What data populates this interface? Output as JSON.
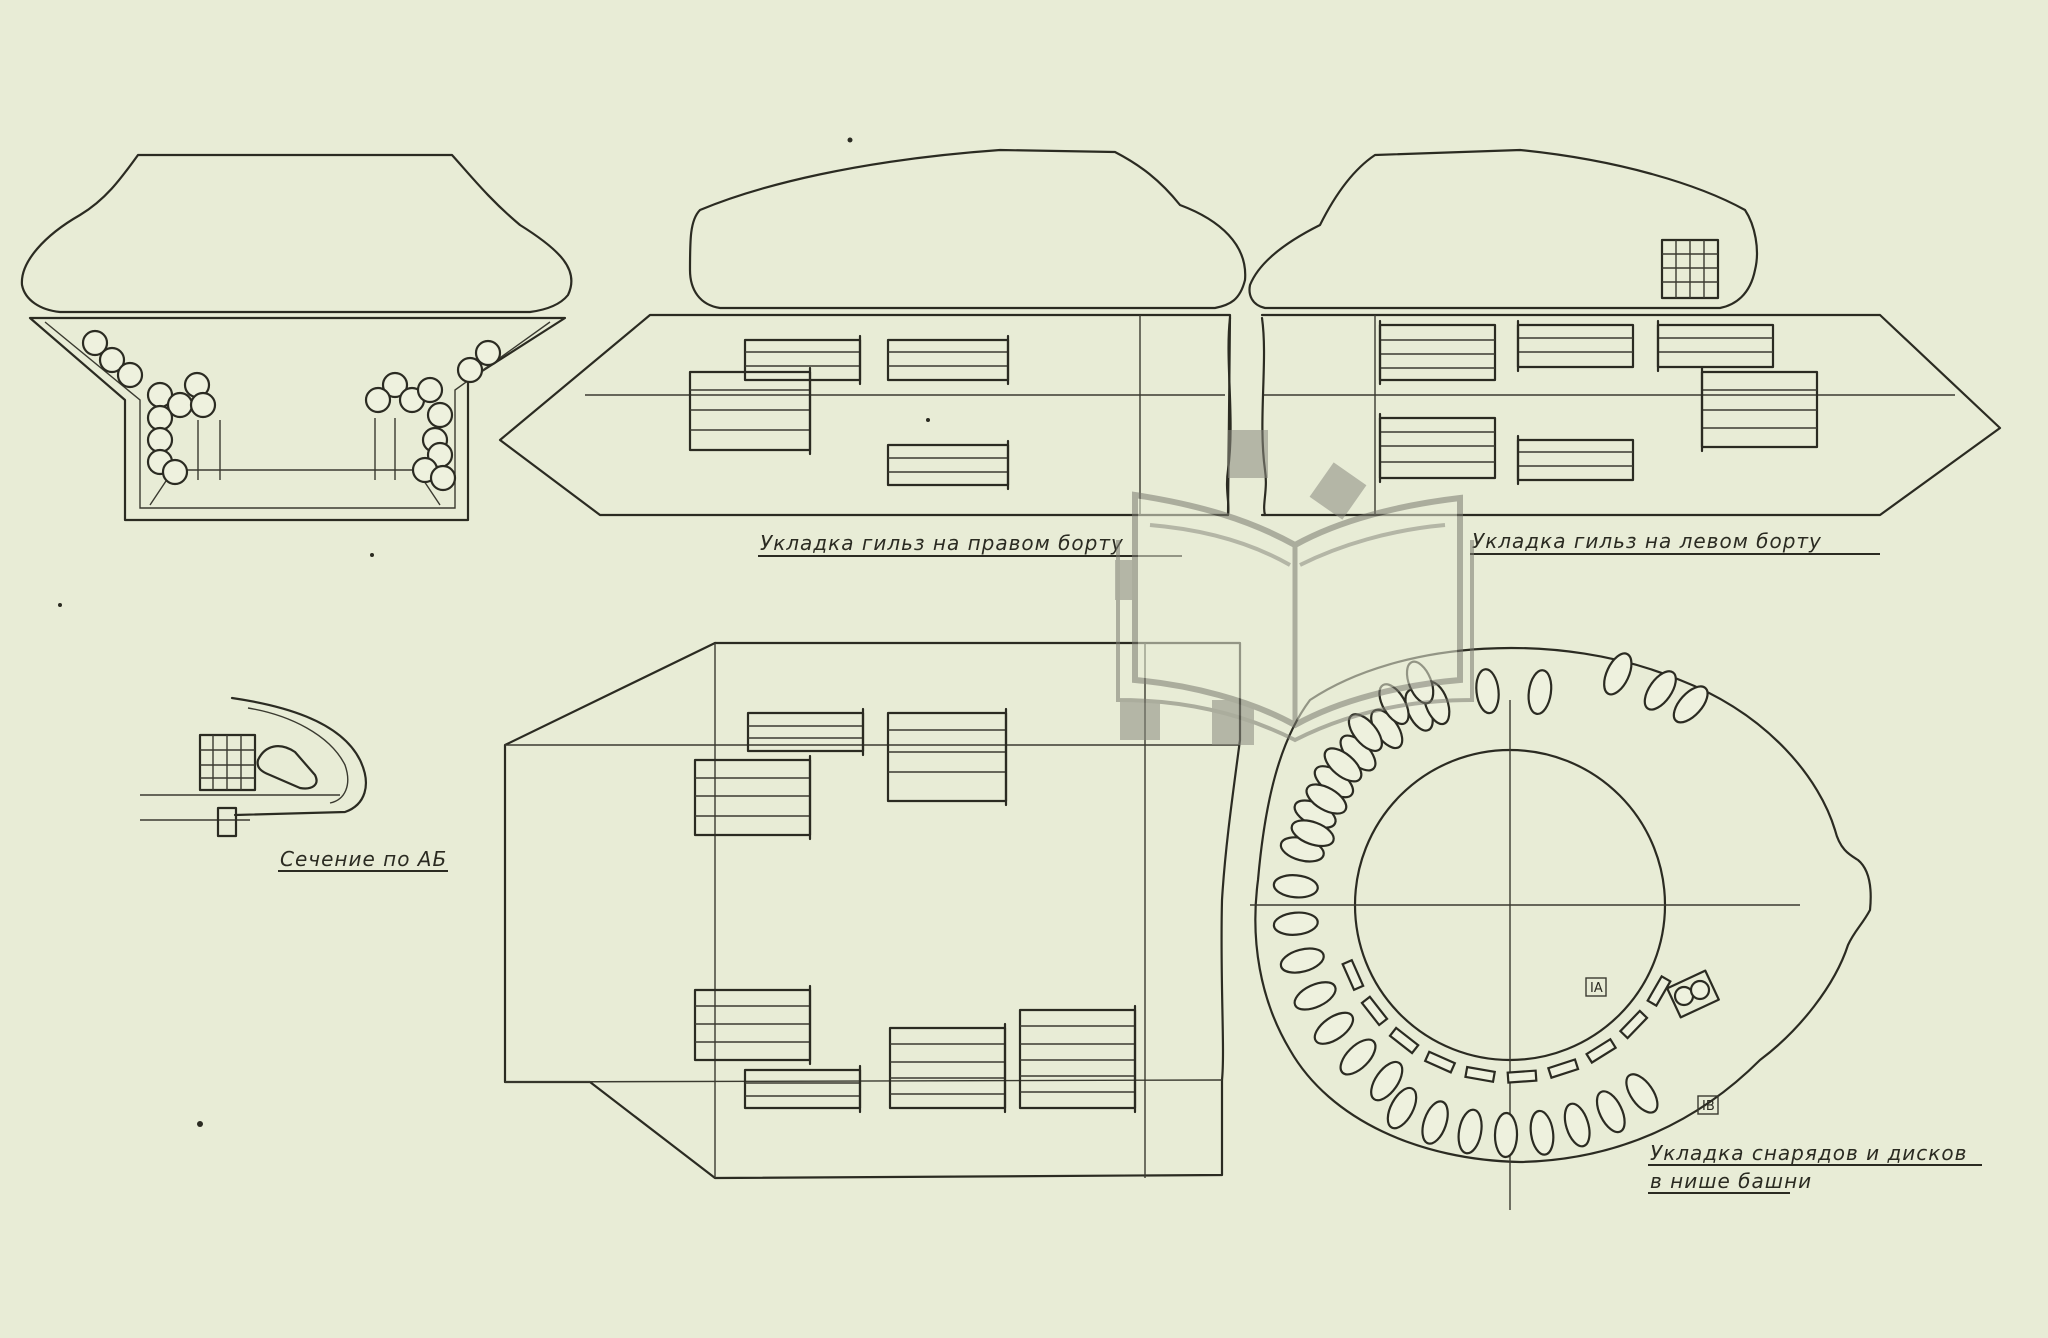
{
  "captions": {
    "right_side": "Укладка гильз на правом борту",
    "left_side": "Укладка гильз на левом борту",
    "section": "Сечение по АБ",
    "turret_niche_line1": "Укладка снарядов и дисков",
    "turret_niche_line2": "в нише башни"
  },
  "markers": {
    "niche_a": "IA",
    "niche_b": "IB"
  },
  "watermark": {
    "icon": "book-gear-logo-icon"
  },
  "colors": {
    "paper": "#e8ecd6",
    "ink": "#2b2b22",
    "watermark": "#8a8a80"
  }
}
